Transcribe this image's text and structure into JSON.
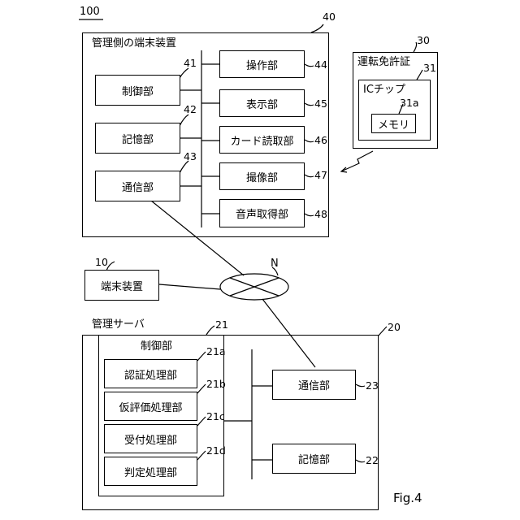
{
  "figure_number": "100",
  "figure_caption": "Fig.4",
  "network_label": "N",
  "terminal_device": {
    "ref": "10",
    "label": "端末装置"
  },
  "manager_terminal": {
    "ref": "40",
    "title": "管理側の端末装置",
    "control": {
      "ref": "41",
      "label": "制御部"
    },
    "storage": {
      "ref": "42",
      "label": "記憶部"
    },
    "communication": {
      "ref": "43",
      "label": "通信部"
    },
    "operation": {
      "ref": "44",
      "label": "操作部"
    },
    "display": {
      "ref": "45",
      "label": "表示部"
    },
    "card_reader": {
      "ref": "46",
      "label": "カード読取部"
    },
    "imaging": {
      "ref": "47",
      "label": "撮像部"
    },
    "audio": {
      "ref": "48",
      "label": "音声取得部"
    }
  },
  "license": {
    "ref": "30",
    "title": "運転免許証",
    "ic_ref": "31",
    "ic_label": "ICチップ",
    "memory_ref": "31a",
    "memory_label": "メモリ"
  },
  "server": {
    "ref": "20",
    "title": "管理サーバ",
    "control": {
      "ref": "21",
      "label": "制御部"
    },
    "auth": {
      "ref": "21a",
      "label": "認証処理部"
    },
    "pre_eval": {
      "ref": "21b",
      "label": "仮評価処理部"
    },
    "reception": {
      "ref": "21c",
      "label": "受付処理部"
    },
    "judgment": {
      "ref": "21d",
      "label": "判定処理部"
    },
    "communication": {
      "ref": "23",
      "label": "通信部"
    },
    "storage": {
      "ref": "22",
      "label": "記憶部"
    }
  }
}
